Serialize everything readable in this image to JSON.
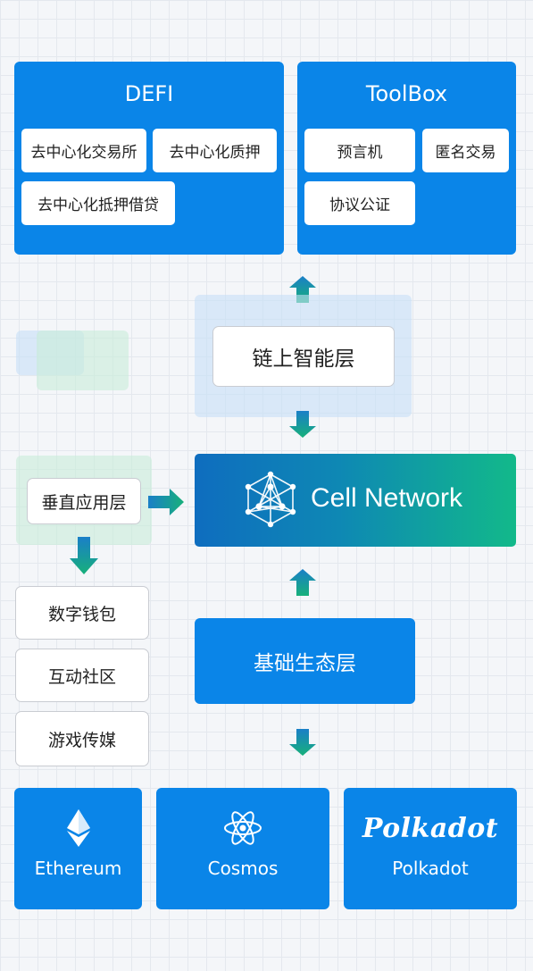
{
  "defi": {
    "title": "DEFI",
    "items": [
      "去中心化交易所",
      "去中心化质押",
      "去中心化抵押借贷"
    ]
  },
  "toolbox": {
    "title": "ToolBox",
    "items": [
      "预言机",
      "匿名交易",
      "协议公证"
    ]
  },
  "onchain_layer": "链上智能层",
  "cell_network": {
    "label": "Cell Network"
  },
  "vertical_layer": "垂直应用层",
  "vertical_apps": [
    "数字钱包",
    "互动社区",
    "游戏传媒"
  ],
  "base_layer": "基础生态层",
  "chains": {
    "ethereum": {
      "label": "Ethereum",
      "icon": "ethereum-icon"
    },
    "cosmos": {
      "label": "Cosmos",
      "icon": "cosmos-icon"
    },
    "polkadot": {
      "label": "Polkadot",
      "logo_text": "Polkadot",
      "icon": "polkadot-logo"
    }
  },
  "colors": {
    "primary_blue": "#0a85e8",
    "arrow_top": "#1a7fc8",
    "arrow_bottom": "#17b07a",
    "gradient_start": "#0e6dbf",
    "gradient_end": "#12b98a"
  }
}
